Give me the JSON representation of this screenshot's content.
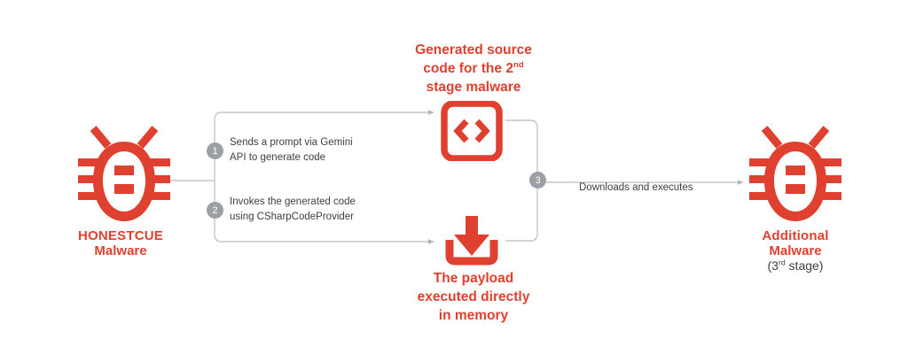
{
  "diagram": {
    "title": "HONESTCUE malware Gemini API multi-stage execution flow",
    "colors": {
      "red": "#e0402f",
      "line_gray": "#c3c6c9",
      "badge_gray": "#9aa0a6",
      "text_dark": "#3c4043",
      "background": "#ffffff"
    },
    "nodes": {
      "source_malware": {
        "icon": "bug-icon",
        "name_line1": "HONESTCUE",
        "name_line2": "Malware"
      },
      "generated_code": {
        "icon": "code-brackets-icon",
        "heading_line1": "Generated source",
        "heading_line2_pre": "code for the 2",
        "heading_line2_sup": "nd",
        "heading_line3": "stage malware"
      },
      "payload": {
        "icon": "download-icon",
        "heading_line1": "The payload",
        "heading_line2": "executed directly",
        "heading_line3": "in memory"
      },
      "additional_malware": {
        "icon": "bug-icon",
        "name_line1": "Additional",
        "name_line2": "Malware",
        "sub_pre": "(3",
        "sub_sup": "rd",
        "sub_post": " stage)"
      }
    },
    "steps": [
      {
        "number": "1",
        "text_line1": "Sends a prompt via Gemini",
        "text_line2": "API to generate code"
      },
      {
        "number": "2",
        "text_line1": "Invokes the generated code",
        "text_line2": "using CSharpCodeProvider"
      },
      {
        "number": "3",
        "text_line1": "Downloads and executes",
        "text_line2": ""
      }
    ]
  }
}
